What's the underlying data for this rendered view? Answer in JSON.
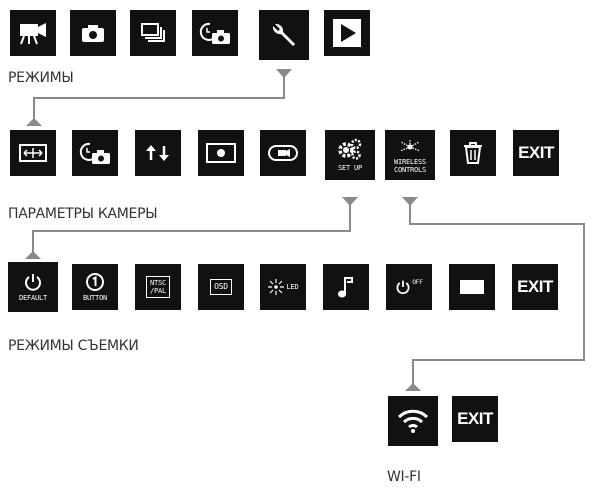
{
  "modes": {
    "label": "РЕЖИМЫ",
    "items": [
      {
        "icon": "video-camera-icon"
      },
      {
        "icon": "photo-camera-icon"
      },
      {
        "icon": "burst-photos-icon"
      },
      {
        "icon": "timelapse-photo-icon"
      },
      {
        "icon": "wrench-icon"
      },
      {
        "icon": "play-icon"
      }
    ]
  },
  "camera_params": {
    "label": "ПАРАМЕТРЫ КАМЕРЫ",
    "items": [
      {
        "icon": "resolution-frame-icon"
      },
      {
        "icon": "timelapse-photo-icon"
      },
      {
        "icon": "flip-arrows-icon"
      },
      {
        "icon": "spot-metering-icon"
      },
      {
        "icon": "loop-recording-icon"
      },
      {
        "icon": "gears-icon",
        "text": "SET UP"
      },
      {
        "icon": "wireless-icon",
        "text": "WIRELESS CONTROLS"
      },
      {
        "icon": "trash-icon"
      },
      {
        "text": "EXIT"
      }
    ]
  },
  "shoot_modes": {
    "label": "РЕЖИМЫ СЪЕМКИ",
    "items": [
      {
        "icon": "power-icon",
        "text": "DEFAULT"
      },
      {
        "icon": "one-button-icon",
        "text": "BUTTON"
      },
      {
        "icon": "video-standard-icon",
        "text_top": "NTSC",
        "text_bottom": "/PAL"
      },
      {
        "icon": "osd-icon",
        "text": "OSD"
      },
      {
        "icon": "led-icon",
        "text": "LED"
      },
      {
        "icon": "music-note-icon"
      },
      {
        "icon": "auto-off-icon",
        "text": "OFF"
      },
      {
        "icon": "blank-rectangle-icon"
      },
      {
        "text": "EXIT"
      }
    ]
  },
  "wifi": {
    "label": "WI-FI",
    "items": [
      {
        "icon": "wifi-icon"
      },
      {
        "text": "EXIT"
      }
    ]
  },
  "colors": {
    "tile": "#111111",
    "connector": "#888888",
    "text": "#333333"
  }
}
